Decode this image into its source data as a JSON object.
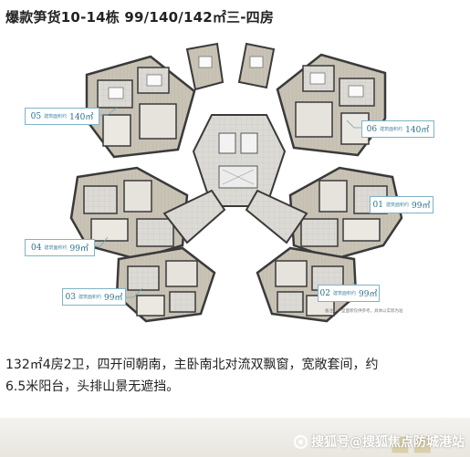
{
  "header": {
    "title": "爆款笋货10-14栋 99/140/142㎡三-四房"
  },
  "floorplan": {
    "units": [
      {
        "code": "05",
        "caption": "建筑面积约",
        "area": "140㎡"
      },
      {
        "code": "06",
        "caption": "建筑面积约",
        "area": "140㎡"
      },
      {
        "code": "01",
        "caption": "建筑面积约",
        "area": "99㎡"
      },
      {
        "code": "04",
        "caption": "建筑面积约",
        "area": "99㎡"
      },
      {
        "code": "03",
        "caption": "建筑面积约",
        "area": "99㎡"
      },
      {
        "code": "02",
        "caption": "建筑面积约",
        "area": "99㎡"
      }
    ],
    "footnote": "备注：户型面积仅供参考，具体以实际为准",
    "line_color": "#6aa7bf",
    "wall_color": "#3a3a3a",
    "floor_color": "#d8d6d1"
  },
  "description": {
    "line1": "132㎡4房2卫，四开间朝南，主卧南北对流双飘窗，宽敞套间，约",
    "line2": "6.5米阳台，头排山景无遮挡。"
  },
  "watermark": {
    "text": "搜狐号@搜狐焦点防城港站"
  }
}
